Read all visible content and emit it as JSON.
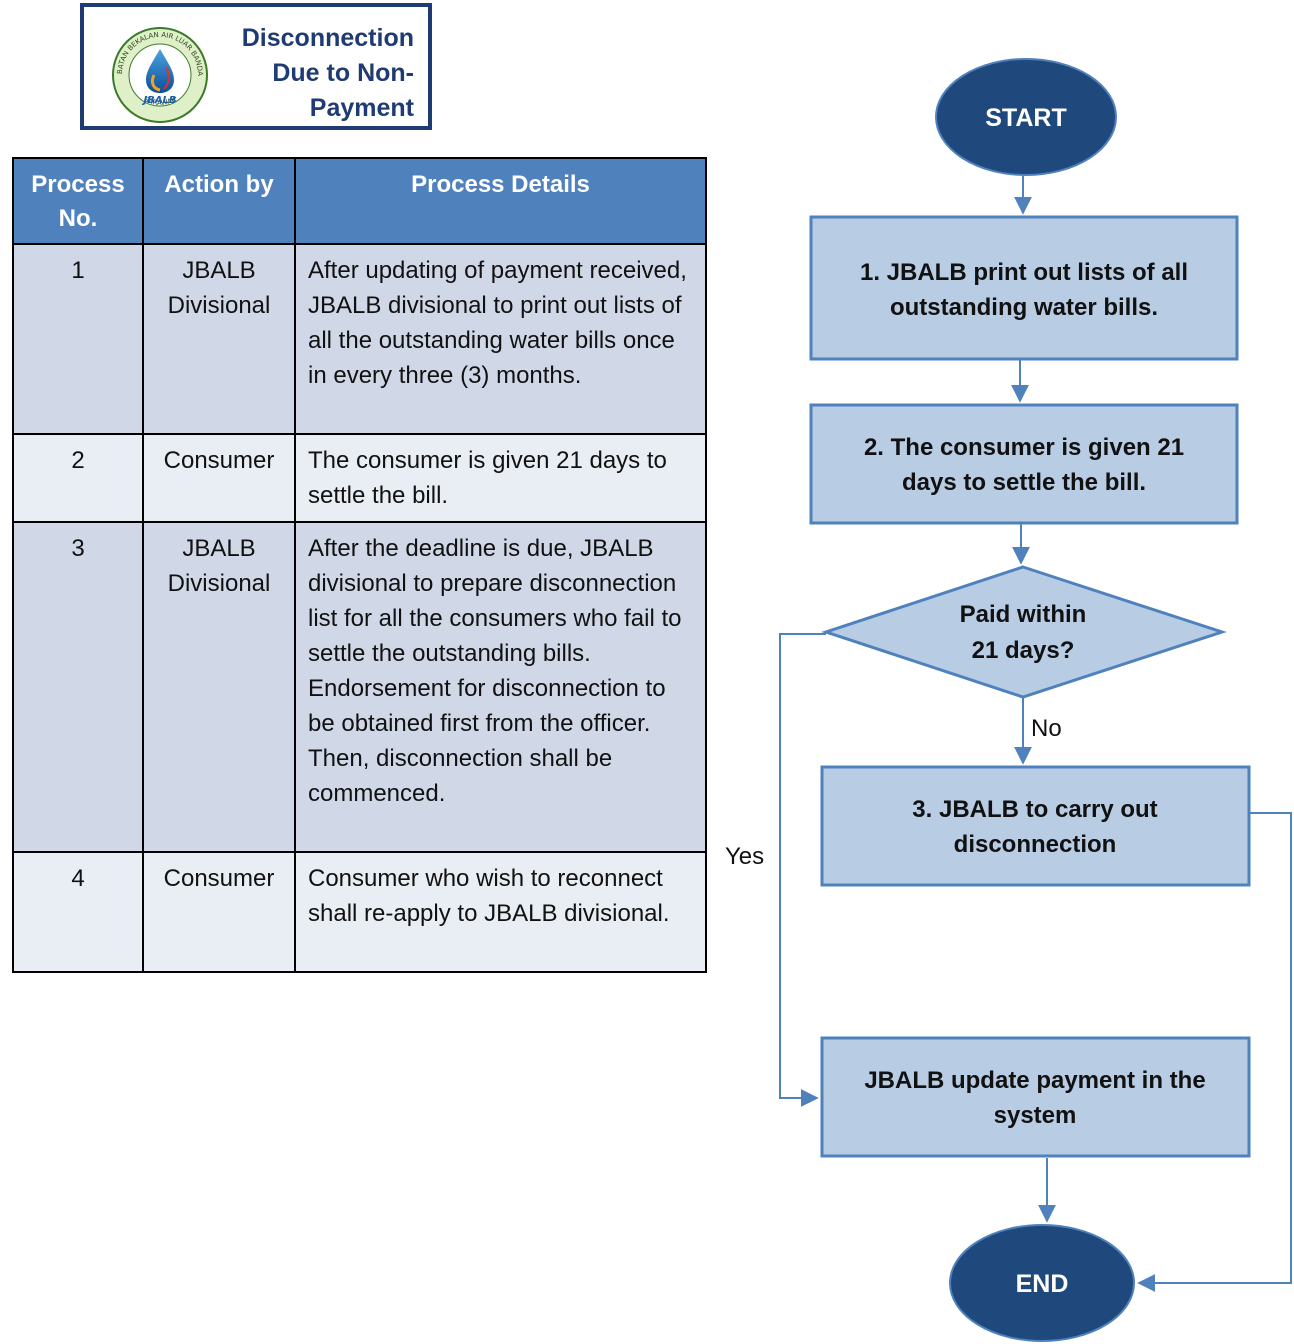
{
  "title": {
    "lines": [
      "Disconnection",
      "Due to Non-",
      "Payment"
    ]
  },
  "logo": {
    "ring_text_top": "JABATAN BEKALAN AIR LUAR BANDAR",
    "ring_text_bottom": "SARAWAK",
    "name": "JBALB"
  },
  "table": {
    "headers": {
      "col1": "Process No.",
      "col2": "Action by",
      "col3": "Process Details"
    },
    "rows": [
      {
        "no": "1",
        "action": "JBALB Divisional",
        "details": "After updating of payment received, JBALB divisional to print out lists of all the outstanding water bills once in every three (3) months."
      },
      {
        "no": "2",
        "action": "Consumer",
        "details": "The consumer is given 21 days to settle the bill."
      },
      {
        "no": "3",
        "action": "JBALB Divisional",
        "details": "After the deadline is due, JBALB divisional to prepare disconnection list for all the consumers who fail to settle the outstanding bills. Endorsement for disconnection to be obtained first from the officer. Then, disconnection shall be commenced."
      },
      {
        "no": "4",
        "action": "Consumer",
        "details": "Consumer who wish to reconnect shall re-apply to JBALB divisional."
      }
    ]
  },
  "flow": {
    "start": "START",
    "step1": {
      "line1": "1. JBALB print out lists of all",
      "line2": "outstanding water bills."
    },
    "step2": {
      "line1": "2. The consumer is given 21",
      "line2": "days to settle the bill."
    },
    "decision": {
      "line1": "Paid within",
      "line2": "21 days?"
    },
    "no_label": "No",
    "yes_label": "Yes",
    "step3": {
      "line1": "3. JBALB to carry out",
      "line2": "disconnection"
    },
    "update": {
      "line1": "JBALB update payment in the",
      "line2": "system"
    },
    "end": "END"
  },
  "colors": {
    "header_blue": "#4f81bd",
    "box_fill": "#b8cce4",
    "box_border": "#4f81bd",
    "terminal_fill": "#1f497d",
    "title_text": "#1f3b73"
  }
}
